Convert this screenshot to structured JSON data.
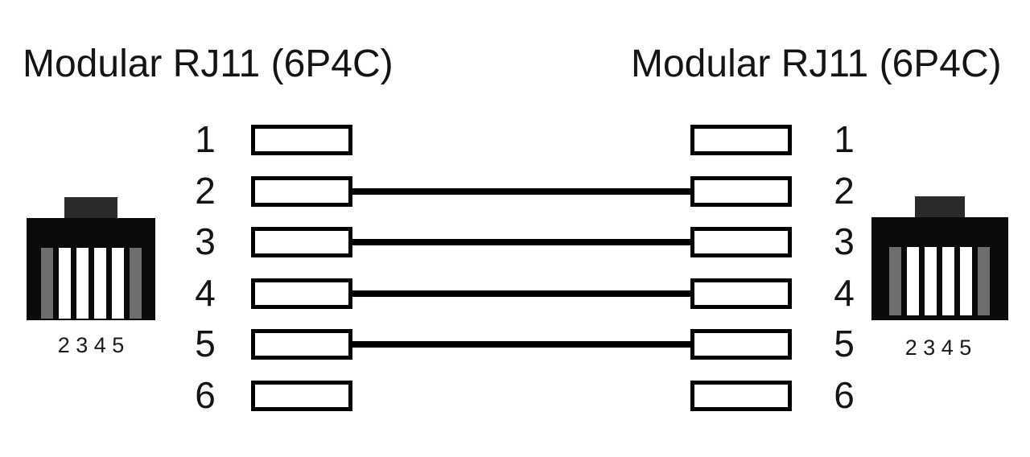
{
  "diagram": {
    "left": {
      "title": "Modular RJ11 (6P4C)",
      "pins": [
        "1",
        "2",
        "3",
        "4",
        "5",
        "6"
      ],
      "contacts_label": "2 3 4 5",
      "slots": [
        "unused",
        "contact",
        "contact",
        "contact",
        "contact",
        "unused"
      ]
    },
    "right": {
      "title": "Modular RJ11 (6P4C)",
      "pins": [
        "1",
        "2",
        "3",
        "4",
        "5",
        "6"
      ],
      "contacts_label": "2 3 4 5",
      "slots": [
        "unused",
        "contact",
        "contact",
        "contact",
        "contact",
        "unused"
      ]
    },
    "connections": [
      {
        "from": 2,
        "to": 2
      },
      {
        "from": 3,
        "to": 3
      },
      {
        "from": 4,
        "to": 4
      },
      {
        "from": 5,
        "to": 5
      }
    ],
    "colors": {
      "background": "#ffffff",
      "line": "#000000",
      "text": "#141414",
      "jack_body": "#0a0a0a",
      "jack_tab": "#2a2a2a",
      "unused_slot": "#6e6e6e",
      "contact_slot": "#ffffff"
    }
  }
}
